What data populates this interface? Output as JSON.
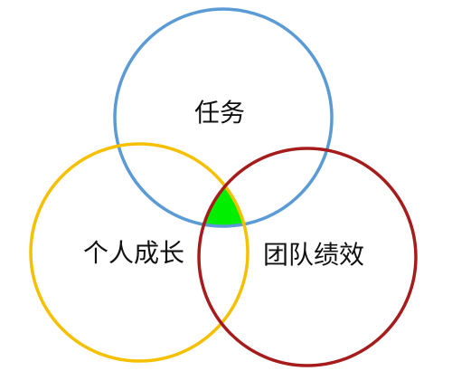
{
  "diagram": {
    "circles": [
      {
        "id": "task",
        "label": "任务",
        "color": "#5b9bd5"
      },
      {
        "id": "personal-growth",
        "label": "个人成长",
        "color": "#f5c000"
      },
      {
        "id": "team-performance",
        "label": "团队绩效",
        "color": "#a61c1c"
      }
    ],
    "intersection": {
      "color": "#00ee00"
    }
  }
}
